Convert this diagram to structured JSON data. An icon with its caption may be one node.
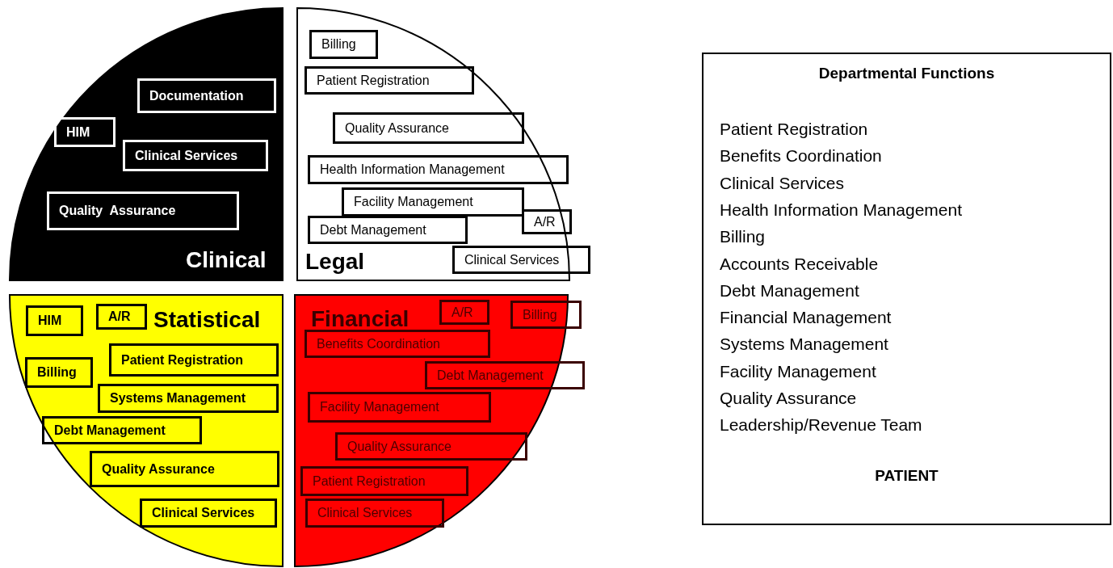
{
  "diagram": {
    "nodes": [
      {
        "text": [
          "Clinical"
        ]
      },
      {
        "text": [
          "Documentation"
        ],
        "in": 0
      },
      {
        "text": [
          "HIM"
        ],
        "in": 0
      },
      {
        "text": [
          "Clinical Services"
        ],
        "in": 0
      },
      {
        "text": [
          "Quality  Assurance"
        ],
        "in": 0
      },
      {
        "text": [
          "Legal"
        ]
      },
      {
        "text": [
          "Billing"
        ],
        "in": 5
      },
      {
        "text": [
          "Patient Registration"
        ],
        "in": 5
      },
      {
        "text": [
          "Quality Assurance"
        ],
        "in": 5
      },
      {
        "text": [
          "Health Information Management"
        ],
        "in": 5
      },
      {
        "text": [
          "Facility Management"
        ],
        "in": 5
      },
      {
        "text": [
          "A/R"
        ],
        "in": 5
      },
      {
        "text": [
          "Debt Management"
        ],
        "in": 5
      },
      {
        "text": [
          "Clinical Services"
        ],
        "in": 5
      },
      {
        "text": [
          "Statistical"
        ]
      },
      {
        "text": [
          "HIM"
        ],
        "in": 14
      },
      {
        "text": [
          "A/R"
        ],
        "in": 14
      },
      {
        "text": [
          "Patient Registration"
        ],
        "in": 14
      },
      {
        "text": [
          "Billing"
        ],
        "in": 14
      },
      {
        "text": [
          "Systems Management"
        ],
        "in": 14
      },
      {
        "text": [
          "Debt Management"
        ],
        "in": 14
      },
      {
        "text": [
          "Quality Assurance"
        ],
        "in": 14
      },
      {
        "text": [
          "Clinical Services"
        ],
        "in": 14
      },
      {
        "text": [
          "Financial"
        ]
      },
      {
        "text": [
          "A/R"
        ],
        "in": 23
      },
      {
        "text": [
          "Billing"
        ],
        "in": 23
      },
      {
        "text": [
          "Benefits Coordination"
        ],
        "in": 23
      },
      {
        "text": [
          "Debt Management"
        ],
        "in": 23
      },
      {
        "text": [
          "Facility Management"
        ],
        "in": 23
      },
      {
        "text": [
          "Quality Assurance"
        ],
        "in": 23
      },
      {
        "text": [
          "Patient Registration"
        ],
        "in": 23
      },
      {
        "text": [
          "Clinical Services"
        ],
        "in": 23
      },
      {
        "text": [
          "Departmental Functions",
          "Patient Registration",
          "Benefits Coordination",
          "Clinical Services",
          "Health Information Management",
          "Billing",
          "Accounts Receivable",
          "Debt Management",
          "Financial Management",
          "Systems Management",
          "Facility Management",
          "Quality Assurance",
          "Leadership/Revenue Team",
          "PATIENT"
        ]
      }
    ]
  }
}
